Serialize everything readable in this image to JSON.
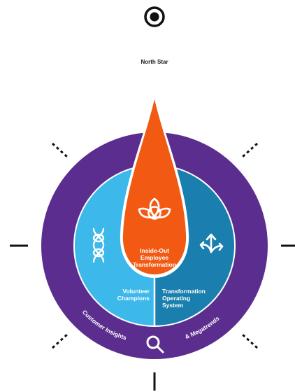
{
  "title": "North Star",
  "icons": {
    "target": "target-icon",
    "trinity": "trinity-knot-icon",
    "knot": "rope-knot-icon",
    "arrows": "split-arrows-icon",
    "search": "search-icon"
  },
  "core": {
    "line1": "Inside-Out",
    "line2": "Employee",
    "line3": "Transformation"
  },
  "left_segment": {
    "line1": "Volunteer",
    "line2": "Champions"
  },
  "right_segment": {
    "line1": "Transformation",
    "line2": "Operating",
    "line3": "System"
  },
  "outer_ring": {
    "left_text": "Customer Insights",
    "right_text": "& Megatrends"
  },
  "colors": {
    "outer_ring": "#5b2d8e",
    "left_segment": "#3cb8ea",
    "right_segment": "#1a7fae",
    "core": "#f25a14",
    "ticks": "#1a1a1a",
    "text_light": "#ffffff",
    "text_dark": "#1a1a1a"
  }
}
